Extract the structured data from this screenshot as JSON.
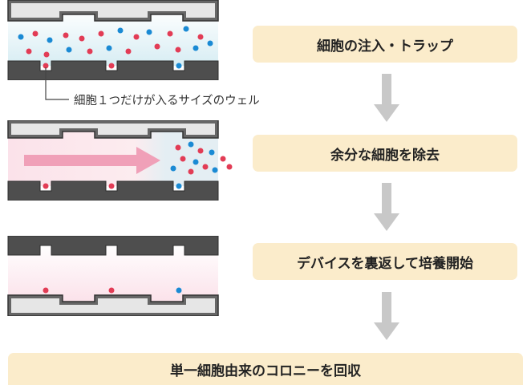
{
  "steps": [
    {
      "label": "細胞の注入・トラップ"
    },
    {
      "label": "余分な細胞を除去"
    },
    {
      "label": "デバイスを裏返して培養開始"
    }
  ],
  "final_step": {
    "label": "単一細胞由来のコロニーを回収"
  },
  "callout": {
    "text": "細胞１つだけが入るサイズのウェル"
  },
  "colors": {
    "red_cell": "#e23c55",
    "blue_cell": "#1a8ad4",
    "box_fill": "#fbeccb",
    "arrow_gray": "#c8c8c8",
    "flow_pink": "#f0a0b8"
  }
}
